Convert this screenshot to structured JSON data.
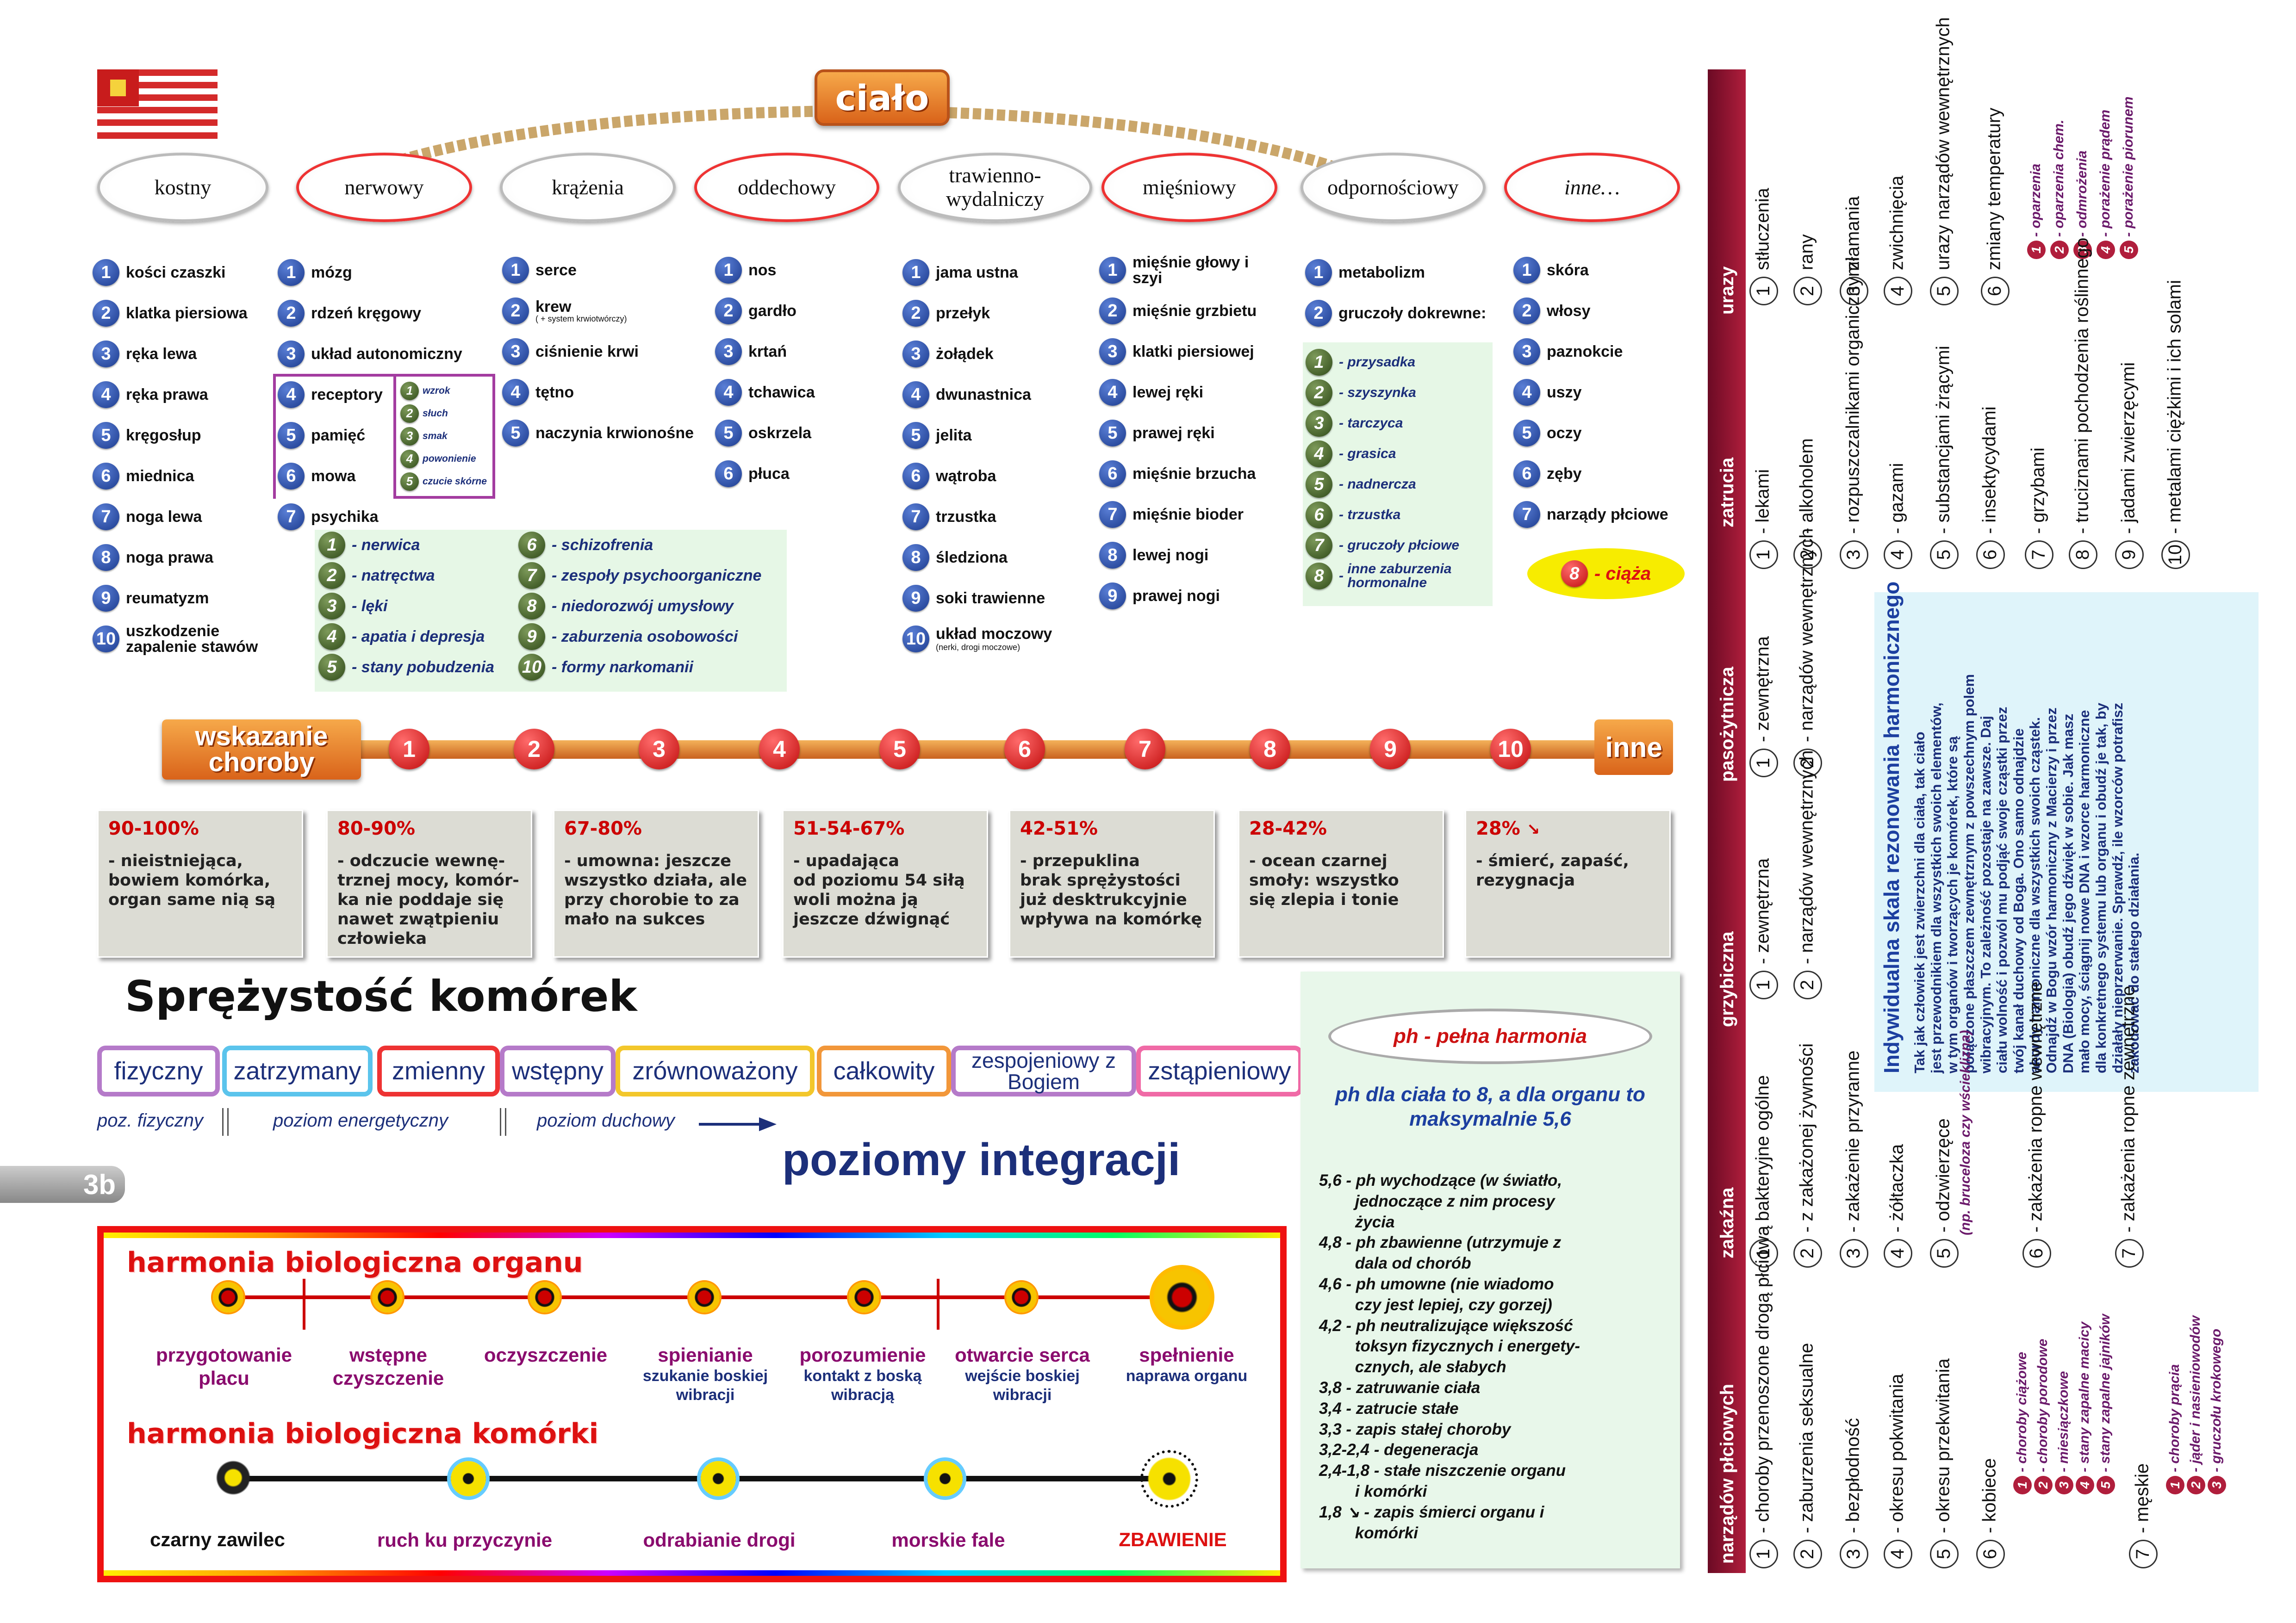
{
  "title": "ciało",
  "systems": [
    "kostny",
    "nerwowy",
    "krążenia",
    "oddechowy",
    "trawienno-wydalniczy",
    "mięśniowy",
    "odpornościowy",
    "inne…"
  ],
  "kostny": [
    "kości czaszki",
    "klatka piersiowa",
    "ręka lewa",
    "ręka prawa",
    "kręgosłup",
    "miednica",
    "noga lewa",
    "noga prawa",
    "reumatyzm",
    "uszkodzenie zapalenie stawów"
  ],
  "nerwowy": [
    "mózg",
    "rdzeń kręgowy",
    "układ autonomiczny",
    "receptory",
    "pamięć",
    "mowa",
    "psychika"
  ],
  "receptory": [
    "wzrok",
    "słuch",
    "smak",
    "powonienie",
    "czucie skórne"
  ],
  "psychika_a": [
    "nerwica",
    "natręctwa",
    "lęki",
    "apatia i depresja",
    "stany pobudzenia"
  ],
  "psychika_b": [
    "schizofrenia",
    "zespoły psychoorganiczne",
    "niedorozwój umysłowy",
    "zaburzenia osobowości",
    "formy narkomanii"
  ],
  "krazenia": [
    "serce",
    "krew",
    "ciśnienie krwi",
    "tętno",
    "naczynia krwionośne"
  ],
  "krew_note": "( + system krwiotwórczy)",
  "oddechowy": [
    "nos",
    "gardło",
    "krtań",
    "tchawica",
    "oskrzela",
    "płuca"
  ],
  "trawienny": [
    "jama ustna",
    "przełyk",
    "żołądek",
    "dwunastnica",
    "jelita",
    "wątroba",
    "trzustka",
    "śledziona",
    "soki trawienne",
    "układ moczowy"
  ],
  "moczowy_note": "(nerki, drogi moczowe)",
  "miesniowy": [
    "mięśnie głowy i szyi",
    "mięśnie grzbietu",
    "klatki piersiowej",
    "lewej ręki",
    "prawej ręki",
    "mięśnie brzucha",
    "mięśnie bioder",
    "lewej nogi",
    "prawej nogi"
  ],
  "odpornosciowy": [
    "metabolizm",
    "gruczoły dokrewne:"
  ],
  "dokrewne": [
    "przysadka",
    "szyszynka",
    "tarczyca",
    "grasica",
    "nadnercza",
    "trzustka",
    "gruczoły płciowe",
    "inne zaburzenia hormonalne"
  ],
  "inne": [
    "skóra",
    "włosy",
    "paznokcie",
    "uszy",
    "oczy",
    "zęby",
    "narządy płciowe"
  ],
  "ciaza": "- ciąża",
  "wskazanie": "wskazanie choroby",
  "wskazanie_inne": "inne",
  "percent_boxes": [
    {
      "title": "90-100%",
      "desc": "- nieistniejąca,\nbowiem komórka,\norgan same nią są"
    },
    {
      "title": "80-90%",
      "desc": "- odczucie wewnę-\ntrznej mocy, komór-\nka nie poddaje się\nnawet zwątpieniu\nczłowieka"
    },
    {
      "title": "67-80%",
      "desc": "- umowna: jeszcze\nwszystko działa, ale\nprzy chorobie to za\nmało na sukces"
    },
    {
      "title": "51-54-67%",
      "desc": "- upadająca\nod poziomu 54 siłą\nwoli można ją\njeszcze dźwignąć"
    },
    {
      "title": "42-51%",
      "desc": "- przepuklina\nbrak sprężystości\njuż desktrukcyjnie\nwpływa na komórkę"
    },
    {
      "title": "28-42%",
      "desc": "- ocean czarnej\nsmoły: wszystko\nsię zlepia i tonie"
    },
    {
      "title": "28%",
      "desc": "- śmierć, zapaść,\nrezygnacja"
    }
  ],
  "sprezystosc": "Sprężystość komórek",
  "stages": [
    "fizyczny",
    "zatrzymany",
    "zmienny",
    "wstępny",
    "zrównoważony",
    "całkowity",
    "zespojeniowy z Bogiem",
    "zstąpieniowy"
  ],
  "stage_colors": [
    "#b57ac9",
    "#5bc4ec",
    "#e33",
    "#b57ac9",
    "#f3c72b",
    "#f2973a",
    "#b57ac9",
    "#f06aa6"
  ],
  "levels": [
    "poz. fizyczny",
    "poziom energetyczny",
    "poziom duchowy"
  ],
  "integracja": "poziomy integracji",
  "tab": "3b",
  "organ_title": "harmonia biologiczna organu",
  "organ": [
    {
      "label": "przygotowanie placu",
      "sub": ""
    },
    {
      "label": "wstępne czyszczenie",
      "sub": ""
    },
    {
      "label": "oczyszczenie",
      "sub": ""
    },
    {
      "label": "spienianie",
      "sub": "szukanie boskiej wibracji"
    },
    {
      "label": "porozumienie",
      "sub": "kontakt z boską wibracją"
    },
    {
      "label": "otwarcie serca",
      "sub": "wejście boskiej wibracji"
    },
    {
      "label": "spełnienie",
      "sub": "naprawa organu"
    }
  ],
  "komorka_title": "harmonia biologiczna komórki",
  "komorka": [
    "czarny zawilec",
    "ruch ku przyczynie",
    "odrabianie drogi",
    "morskie fale",
    "ZBAWIENIE"
  ],
  "ph_title": "ph - pełna harmonia",
  "ph_sub": "ph dla ciała to 8, a dla organu to maksymalnie 5,6",
  "ph_lines": [
    "5,6 - ph wychodzące (w światło,\n        jednoczące z nim procesy\n        życia",
    "4,8 - ph zbawienne (utrzymuje z\n        dala od chorób",
    "4,6 - ph umowne (nie wiadomo\n        czy jest lepiej, czy gorzej)",
    "4,2 - ph neutralizujące większość\n        toksyn fizycznych i energety-\n        cznych, ale słabych",
    "3,8 - zatruwanie ciała",
    "3,4 - zatrucie stałe",
    "3,3 - zapis stałej choroby",
    "3,2-2,4 - degeneracja",
    "2,4-1,8 - stałe niszczenie organu\n        i komórki",
    "1,8 ↘ - zapis śmierci organu i\n        komórki"
  ],
  "right": {
    "sections": [
      "urazy",
      "zatrucia",
      "pasożytnicza",
      "grzybiczna",
      "zakaźna",
      "narządów płciowych"
    ],
    "urazy": [
      "stłuczenia",
      "rany",
      "złamania",
      "zwichnięcia",
      "urazy narządów wewnętrznych",
      "zmiany temperatury"
    ],
    "urazy_sub": [
      "oparzenia",
      "oparzenia chem.",
      "odmrożenia",
      "porażenie prądem",
      "porażenie piorunem"
    ],
    "zatrucia": [
      "lekami",
      "alkoholem",
      "rozpuszczalnikami organicznymi",
      "gazami",
      "substancjami żrącymi",
      "insektycydami",
      "grzybami",
      "truciznami pochodzenia roślinnego",
      "jadami zwierzęcymi",
      "metalami ciężkimi i ich solami"
    ],
    "pasozytnicza": [
      "zewnętrzna",
      "narządów wewnętrznych"
    ],
    "grzybiczna": [
      "zewnętrzna",
      "narządów wewnętrznych"
    ],
    "zakazna": [
      "bakteryjne ogólne",
      "z zakażonej żywności",
      "zakażenie przyranne",
      "żółtaczka",
      "odzwierzęce",
      "zakażenia ropne wewnętrzne",
      "zakażenia ropne zewnętrzne"
    ],
    "zakazna_note": "(np. bruceloza czy wścieklizna)",
    "plciowe": [
      "choroby przenoszone drogą płciową",
      "zaburzenia seksualne",
      "bezpłodność",
      "okresu pokwitania",
      "okresu przekwitania",
      "kobiece",
      "męskie"
    ],
    "kobiece_sub": [
      "choroby ciążowe",
      "choroby porodowe",
      "miesiączkowe",
      "stany zapalne macicy",
      "stany zapalne jajników"
    ],
    "meskie_sub": [
      "choroby prącia",
      "jąder i nasieniowodów",
      "gruczołu krokowego"
    ],
    "skala_title": "Indywidualna skala rezonowania harmonicznego",
    "skala_text": "Tak jak człowiek jest zwierzchni dla ciała, tak ciało\njest przewodnikiem dla wszystkich swoich elementów,\nw tym organów i tworzących je komórek, które są\npołączone płaszczem zewnętrznym z powszechnym polem\nwibracyjnym. To zależność pozostaje na zawsze. Daj\nciału wolność i pozwól mu podjąć swoje cząstki przez\ntwój kanał duchowy od Boga. Ono samo odnajdzie\nakordy harmoniczne dla wszystkich swoich cząstek.\nOdnajdź w Bogu wzór harmoniczny z Macierzy i przez\nDNA (Biologia) obudź jego dźwięk w sobie. Jak masz\nmało mocy, ściągnij nowe DNA i wzorce harmoniczne\ndla konkretnego systemu lub organu i obudź je tak, by\ndziałały nieprzerwanie. Sprawdź, ile wzorców potrafisz\nzakodować do stałego działania."
  }
}
